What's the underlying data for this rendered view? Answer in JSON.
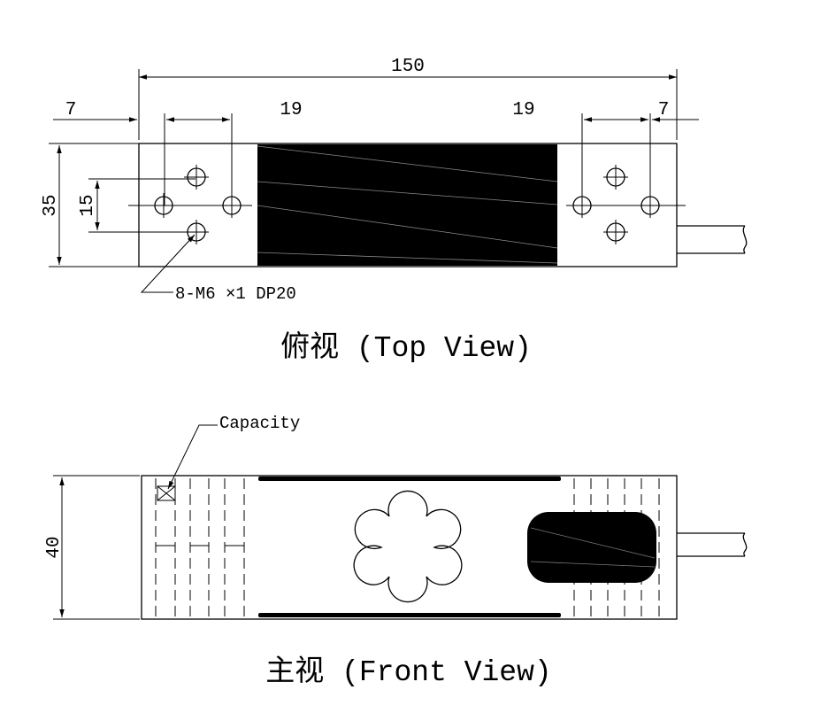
{
  "top_view": {
    "title": "俯视 (Top View)",
    "dims": {
      "overall_length": "150",
      "left_edge": "7",
      "left_spacing": "19",
      "right_spacing": "19",
      "right_edge": "7",
      "width": "35",
      "hole_spacing": "15"
    },
    "thread_note": "8-M6 ×1 DP20"
  },
  "front_view": {
    "title": "主视 (Front View)",
    "capacity_label": "Capacity",
    "height": "40"
  },
  "colors": {
    "ink": "#000000",
    "sensor_fill": "#000000",
    "background": "#ffffff"
  }
}
